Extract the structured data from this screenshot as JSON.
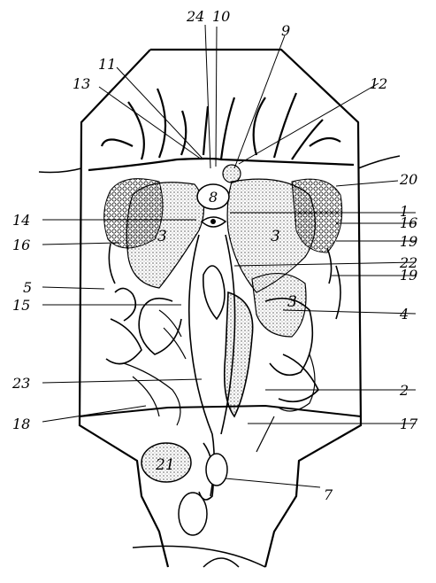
{
  "figure": {
    "labels": {
      "l1": "1",
      "l2": "2",
      "l3a": "3",
      "l3b": "3",
      "l3c": "3",
      "l4": "4",
      "l5": "5",
      "l7": "7",
      "l8": "8",
      "l9": "9",
      "l10": "10",
      "l11": "11",
      "l12": "12",
      "l13": "13",
      "l14": "14",
      "l15": "15",
      "l16a": "16",
      "l16b": "16",
      "l17": "17",
      "l18": "18",
      "l19a": "19",
      "l19b": "19",
      "l20": "20",
      "l21": "21",
      "l22": "22",
      "l23": "23",
      "l24": "24"
    }
  }
}
